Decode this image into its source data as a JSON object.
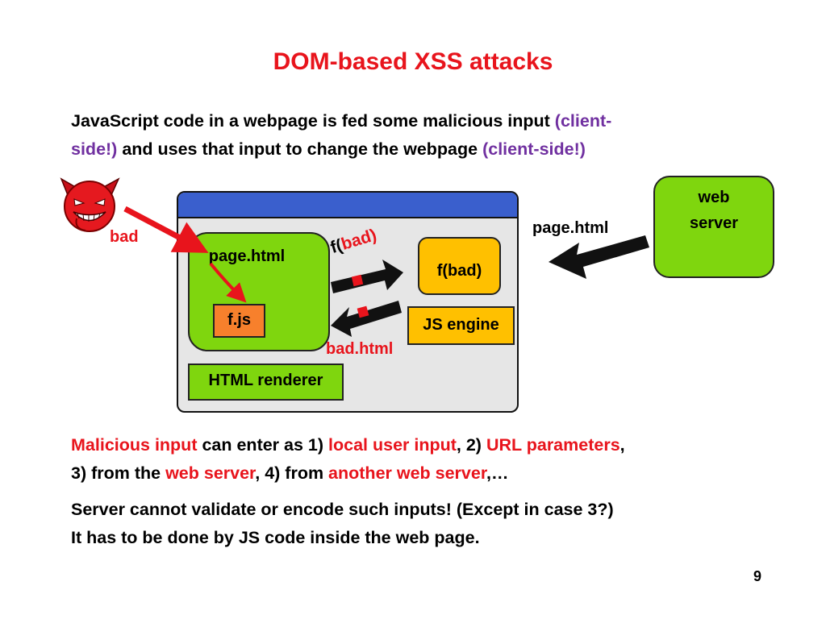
{
  "slide": {
    "title": "DOM-based XSS attacks",
    "page_number": "9"
  },
  "intro": {
    "line1_black": "JavaScript code in a webpage is fed some malicious input ",
    "line1_purple": "(client-",
    "line2_purple_a": "side!)",
    "line2_black": " and uses that input to change the webpage ",
    "line2_purple_b": "(client-side!)"
  },
  "diagram": {
    "attacker_label": "bad",
    "page_box_label": "page.html",
    "fjs_label": "f.js",
    "js_call_prefix": "f(",
    "js_call_arg": "bad)",
    "fbad_label": "f(bad)",
    "js_engine_label": "JS engine",
    "bad_html_label": "bad.html",
    "renderer_label": "HTML renderer",
    "server_label_1": "web",
    "server_label_2": "server",
    "server_arrow_label": "page.html",
    "colors": {
      "green": "#7fd60e",
      "yellow": "#ffc000",
      "orange": "#f7802c",
      "red": "#e8141c",
      "purple": "#7030a0",
      "browser_bar": "#3a5fcd"
    }
  },
  "bottom": {
    "p1": {
      "a": "Malicious input",
      "b": " can enter as 1) ",
      "c": "local user input",
      "d": ", 2) ",
      "e": "URL parameters",
      "f": ",",
      "g": "3) from the ",
      "h": "web server",
      "i": ", 4) from ",
      "j": "another web server",
      "k": ",…"
    },
    "p2_line1": "Server cannot validate or encode such inputs! (Except in case 3?)",
    "p2_line2": "It has to be done by JS code inside the web page."
  }
}
